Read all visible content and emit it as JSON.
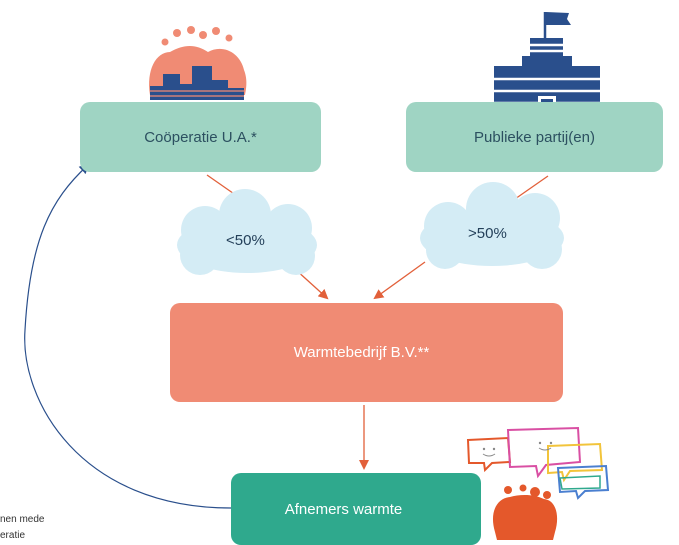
{
  "boxes": {
    "cooperatie": "Coöperatie U.A.*",
    "publieke": "Publieke partij(en)",
    "warmtebedrijf": "Warmtebedrijf B.V.**",
    "afnemers": "Afnemers warmte"
  },
  "shares": {
    "cooperatie": "<50%",
    "publieke": ">50%"
  },
  "footnote": "nen mede\neratie",
  "colors": {
    "mint": "#9fd4c3",
    "salmon": "#f08b74",
    "teal": "#2fa98d",
    "cloud": "#d4ecf5",
    "navy": "#2a4f8c",
    "arrow": "#e2603a",
    "bubble_orange": "#e4582b"
  },
  "icons": [
    "community-icon",
    "government-building-icon",
    "heat-pattern-icon",
    "dashboard-icon",
    "speech-bubbles-icon",
    "people-icon"
  ]
}
